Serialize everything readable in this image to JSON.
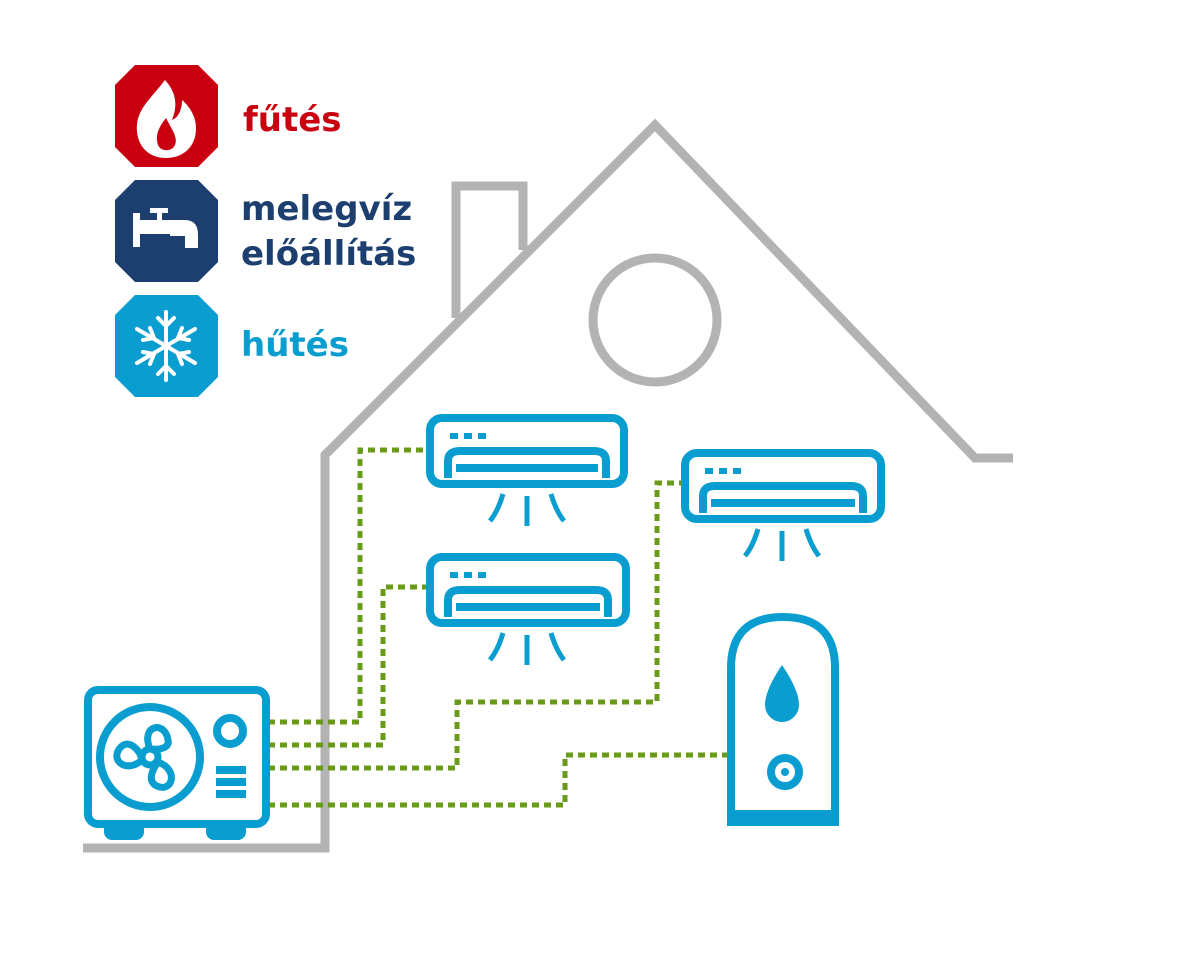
{
  "legend": [
    {
      "label": "fűtés",
      "icon": "flame-icon",
      "color": "#c8000f"
    },
    {
      "label_line1": "melegvíz",
      "label_line2": "előállítás",
      "icon": "faucet-icon",
      "color": "#1c3f70"
    },
    {
      "label": "hűtés",
      "icon": "snowflake-icon",
      "color": "#0a9dcf"
    }
  ],
  "colors": {
    "house": "#b3b3b3",
    "device": "#0a9dcf",
    "pipe": "#6a9a1a"
  }
}
